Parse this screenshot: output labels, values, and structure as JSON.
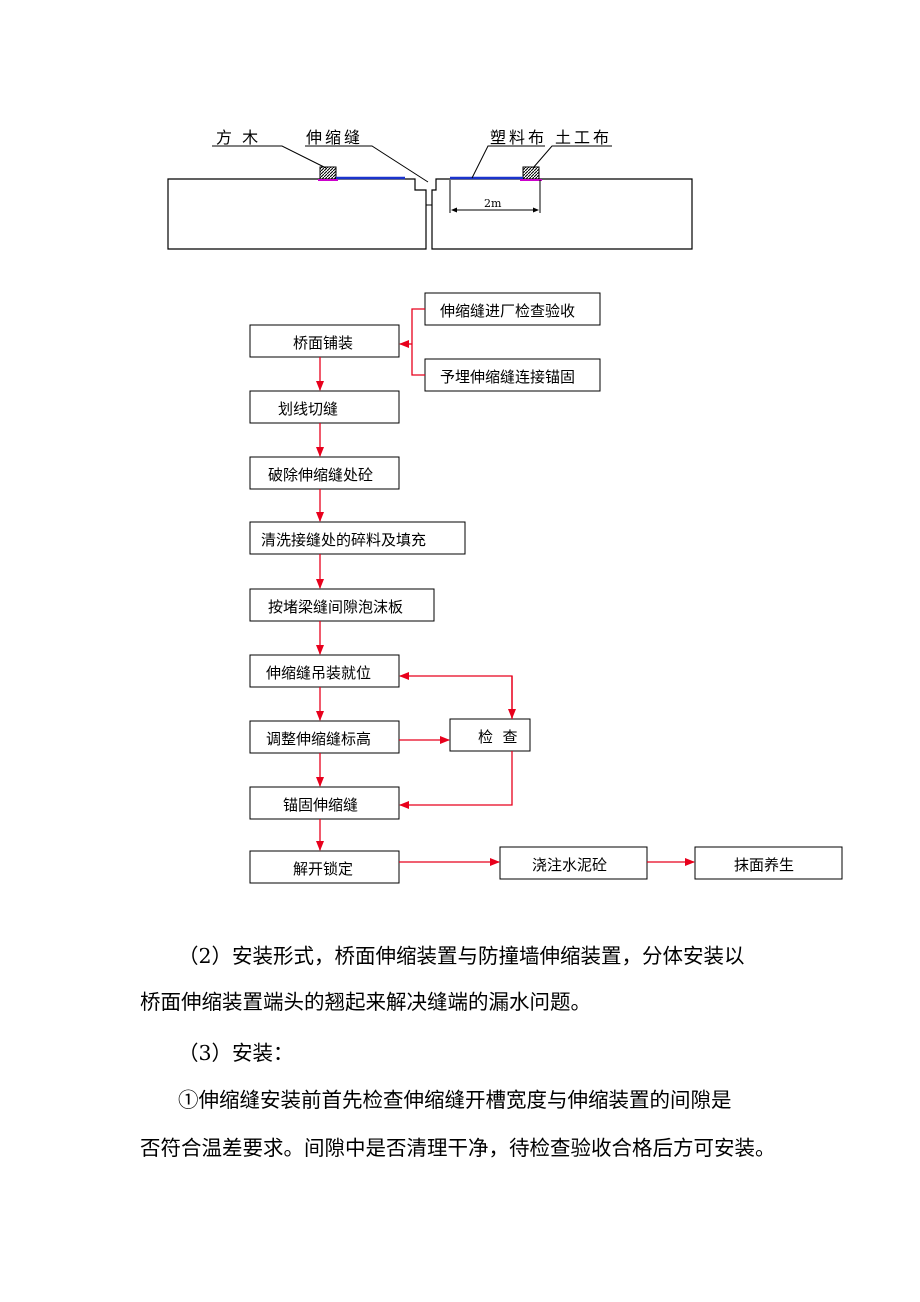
{
  "colors": {
    "flow": "#e8001c",
    "stroke": "#000000",
    "waterproof": "#1a33cc",
    "geotextile": "#cc00cc"
  },
  "section_diagram": {
    "label_square_timber": "方  木",
    "label_expansion_joint": "伸缩缝",
    "label_plastic_sheet": "塑料布",
    "label_geotextile": "土工布",
    "dimension": "2m"
  },
  "flowchart": {
    "main_steps": [
      "桥面铺装",
      "划线切缝",
      "破除伸缩缝处砼",
      "清洗接缝处的碎料及填充",
      "按堵梁缝间隙泡沫板",
      "伸缩缝吊装就位",
      "调整伸缩缝标高",
      "锚固伸缩缝",
      "解开锁定"
    ],
    "pre_steps": [
      "伸缩缝进厂检查验收",
      "予埋伸缩缝连接锚固"
    ],
    "check": "检  查",
    "tail_steps": [
      "浇注水泥砼",
      "抹面养生"
    ]
  },
  "text": {
    "p2_line1": "（2）安装形式，桥面伸缩装置与防撞墙伸缩装置，分体安装以",
    "p2_line2": "桥面伸缩装置端头的翘起来解决缝端的漏水问题。",
    "p3": "（3）安装：",
    "p4_line1": "①伸缩缝安装前首先检查伸缩缝开槽宽度与伸缩装置的间隙是",
    "p4_line2": "否符合温差要求。间隙中是否清理干净，待检查验收合格后方可安装。"
  }
}
